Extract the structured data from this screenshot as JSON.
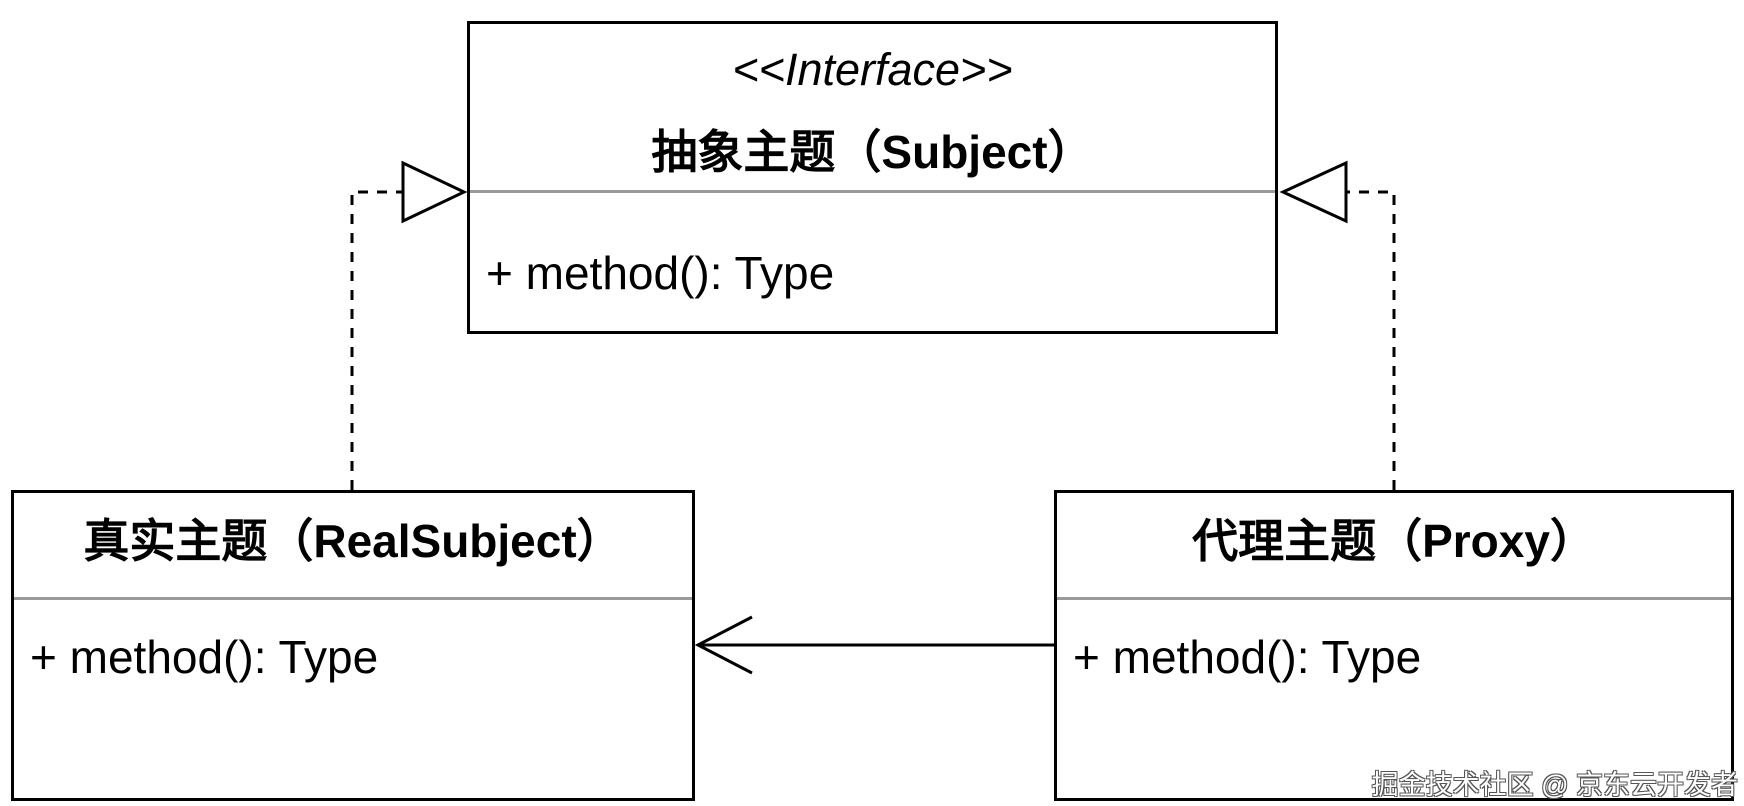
{
  "classes": {
    "subject": {
      "stereotype": "<<Interface>>",
      "name": "抽象主题（Subject）",
      "operation": "+ method(): Type"
    },
    "real_subject": {
      "name": "真实主题（RealSubject）",
      "operation": "+ method(): Type"
    },
    "proxy": {
      "name": "代理主题（Proxy）",
      "operation": "+ method(): Type"
    }
  },
  "relationships": [
    {
      "type": "realization",
      "from": "真实主题（RealSubject）",
      "to": "抽象主题（Subject）"
    },
    {
      "type": "realization",
      "from": "代理主题（Proxy）",
      "to": "抽象主题（Subject）"
    },
    {
      "type": "association",
      "from": "代理主题（Proxy）",
      "to": "真实主题（RealSubject）"
    }
  ],
  "watermark": "掘金技术社区 @ 京东云开发者",
  "colors": {
    "line": "#000000",
    "divider": "#9a9a9a",
    "background": "#ffffff"
  }
}
